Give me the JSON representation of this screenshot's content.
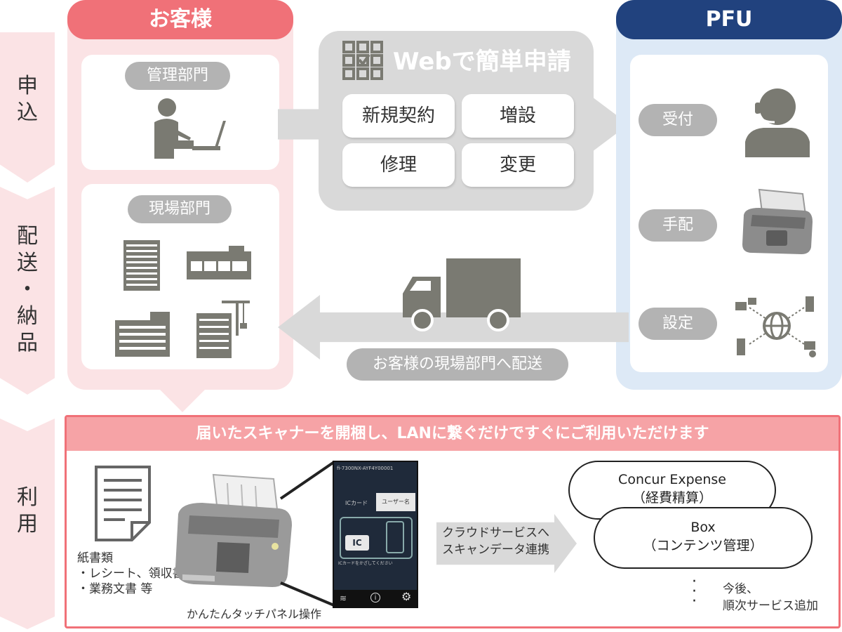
{
  "steps": {
    "apply": "申\n込",
    "deliver": "配\n送\n・\n納\n品",
    "use": "利\n用"
  },
  "customer": {
    "title": "お客様",
    "mgmt_dept": "管理部門",
    "site_dept": "現場部門"
  },
  "web": {
    "title": "Webで簡単申請",
    "options": [
      "新規契約",
      "増設",
      "修理",
      "変更"
    ]
  },
  "pfu": {
    "title": "PFU",
    "steps": [
      "受付",
      "手配",
      "設定"
    ]
  },
  "delivery_label": "お客様の現場部門へ配送",
  "usage": {
    "banner": "届いたスキャナーを開梱し、LANに繋ぐだけですぐにご利用いただけます",
    "paper_title": "紙書類",
    "paper_items": [
      "・レシート、領収書",
      "・業務文書 等"
    ],
    "touch_panel_caption": "かんたんタッチパネル操作",
    "phone_topbar": "fi-7300NX-AYF4Y00001",
    "phone_tab_ic": "ICカード",
    "phone_tab_user": "ユーザー名",
    "phone_ic_badge": "IC",
    "phone_instruction": "ICカードをかざしてください",
    "cloud_arrow_line1": "クラウドサービスへ",
    "cloud_arrow_line2": "スキャンデータ連携",
    "services": [
      {
        "name": "Concur Expense",
        "sub": "（経費精算）"
      },
      {
        "name": "Box",
        "sub": "（コンテンツ管理）"
      }
    ],
    "future_line1": "今後、",
    "future_line2": "順次サービス追加"
  },
  "colors": {
    "pink_light": "#fbe3e5",
    "pink_header": "#f07178",
    "navy_header": "#21427e",
    "blue_light": "#dde9f6",
    "gray_icon": "#7a7a72"
  }
}
